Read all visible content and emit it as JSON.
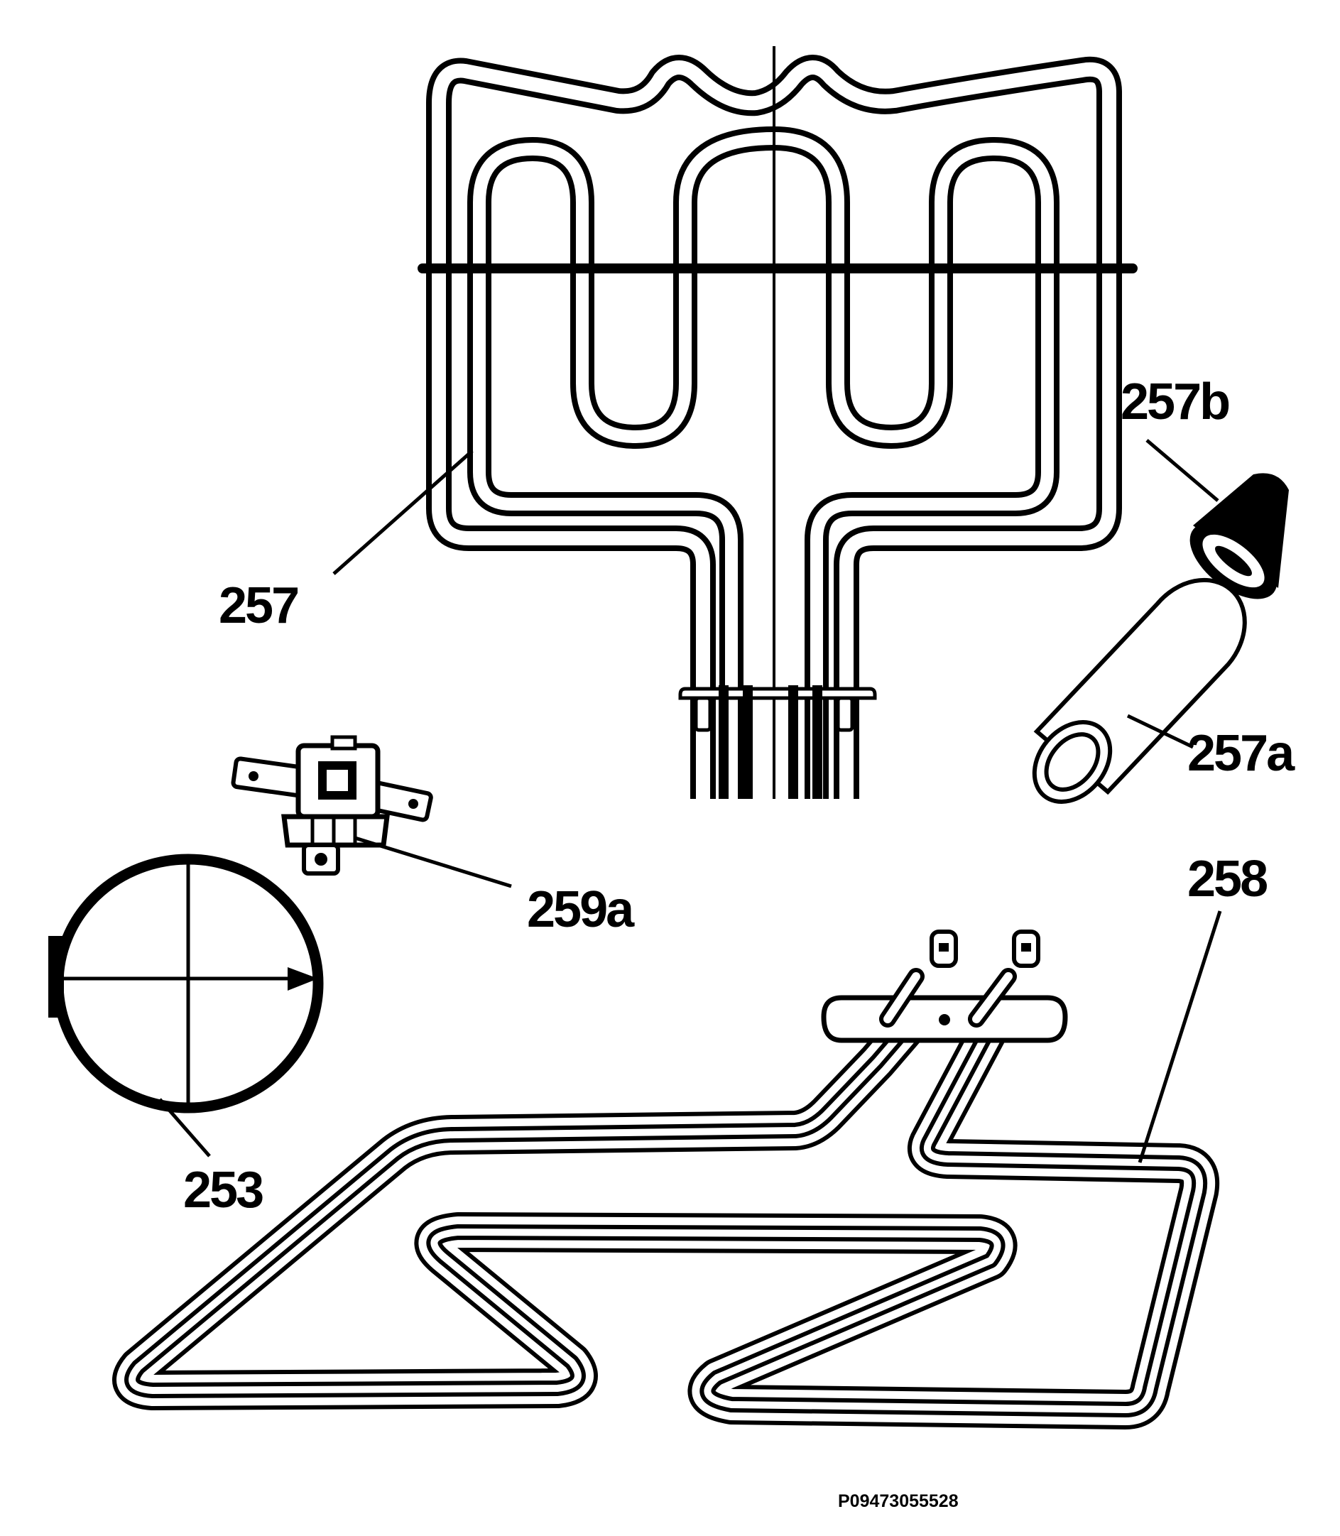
{
  "labels": {
    "part_257": "257",
    "part_257a": "257a",
    "part_257b": "257b",
    "part_258": "258",
    "part_259a": "259a",
    "part_253": "253"
  },
  "drawing_code": "P09473055528",
  "colors": {
    "ink": "#000000",
    "paper": "#ffffff"
  }
}
